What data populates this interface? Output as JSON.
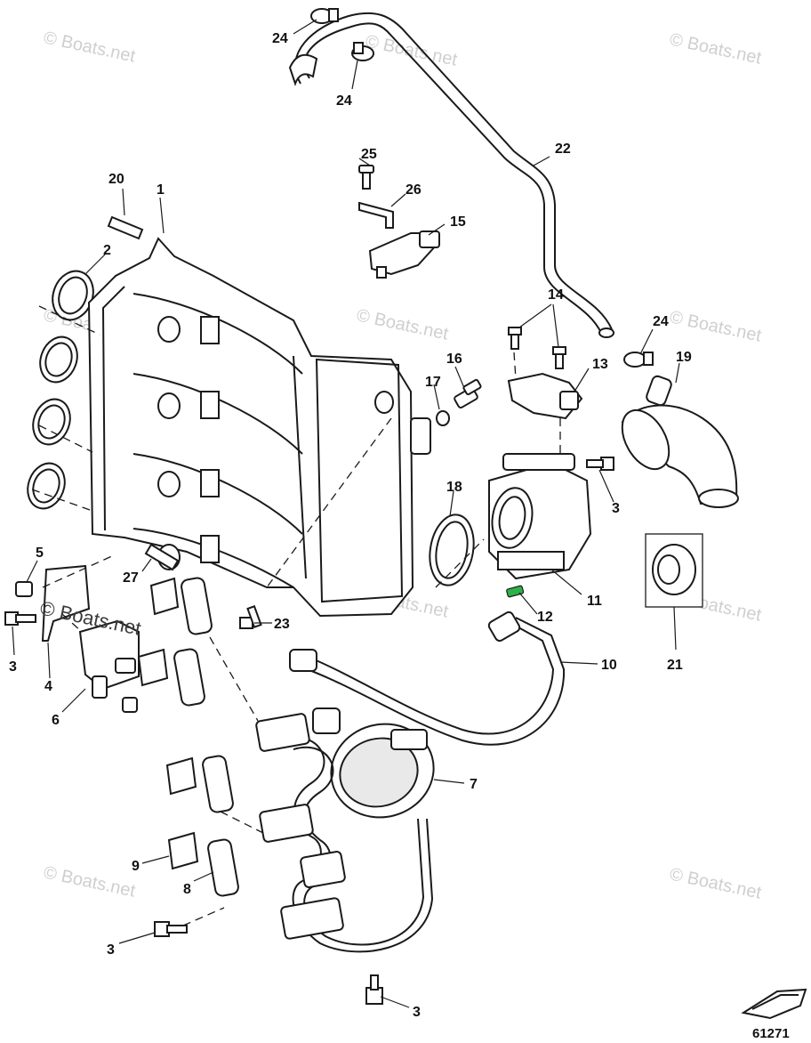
{
  "watermarks": [
    "© Boats.net",
    "© Boats.net",
    "© Boats.net",
    "© Boats.net",
    "© Boats.net",
    "© Boats.net",
    "© Boats.net",
    "© Boats.net",
    "© Boats.net",
    "© Boats.net"
  ],
  "watermark_dark": "© Boats.net",
  "figure_number": "61271",
  "callouts": [
    "24",
    "24",
    "22",
    "25",
    "26",
    "15",
    "20",
    "1",
    "2",
    "14",
    "24",
    "13",
    "19",
    "16",
    "17",
    "3",
    "18",
    "5",
    "27",
    "11",
    "12",
    "23",
    "3",
    "4",
    "10",
    "21",
    "6",
    "7",
    "9",
    "8",
    "3",
    "3"
  ],
  "colors": {
    "line": "#1a1a1a",
    "highlight": "#2bb34a",
    "watermark": "#cfcfcf"
  }
}
